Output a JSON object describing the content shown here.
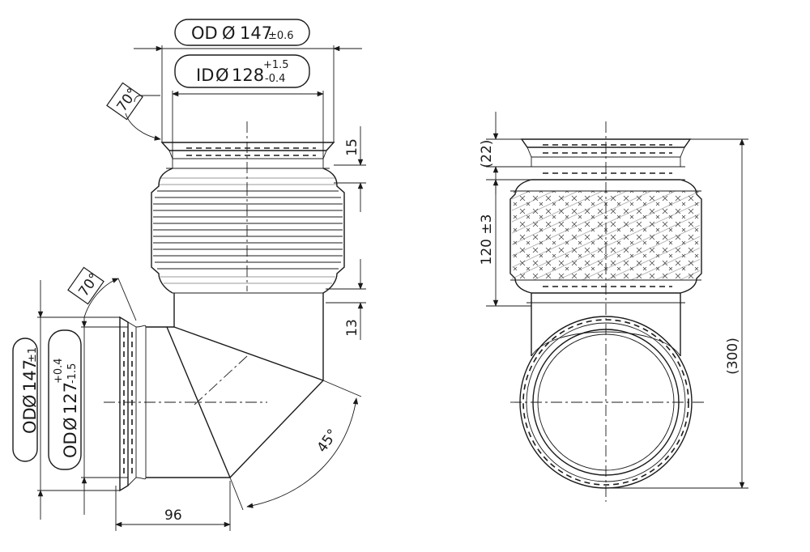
{
  "drawing": {
    "callouts": {
      "top_od": {
        "label": "OD",
        "symbol": "Ø",
        "value": "147",
        "tol": "±0.6"
      },
      "top_id": {
        "label": "ID",
        "symbol": "Ø",
        "value": "128",
        "tol_plus": "+1.5",
        "tol_minus": "-0.4"
      },
      "side_od": {
        "label": "OD",
        "symbol": "Ø",
        "value": "147",
        "tol": "±1"
      },
      "side_od_inner": {
        "label": "OD",
        "symbol": "Ø",
        "value": "127",
        "tol_plus": "+0.4",
        "tol_minus": "-1.5"
      }
    },
    "dimensions": {
      "angle_top": "70°",
      "angle_side": "70°",
      "dim_15": "15",
      "dim_13": "13",
      "dim_96": "96",
      "angle_45": "45°",
      "dim_22": "(22)",
      "dim_120": "120 ±3",
      "dim_300": "(300)"
    }
  }
}
